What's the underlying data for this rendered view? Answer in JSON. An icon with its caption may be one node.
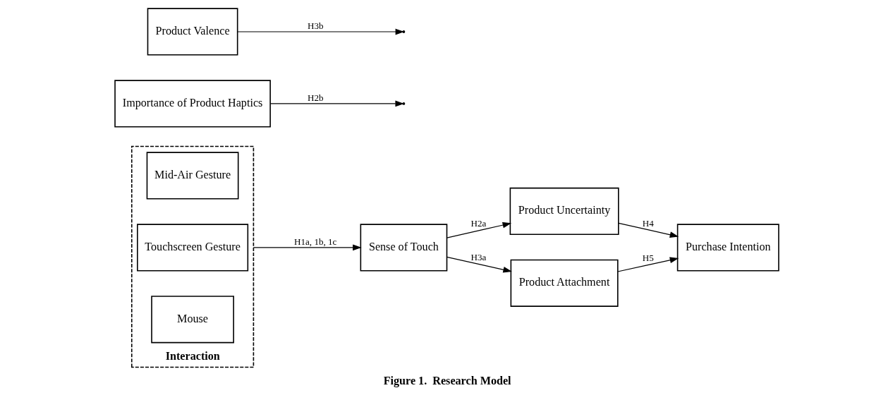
{
  "diagram": {
    "caption": "Figure 1.  Research Model",
    "nodes": [
      {
        "text": [
          "Interaction"
        ]
      },
      {
        "text": [
          "Mid-Air Gesture"
        ],
        "in": 0
      },
      {
        "text": [
          "Touchscreen Gesture"
        ],
        "in": 0
      },
      {
        "text": [
          "Mouse"
        ],
        "in": 0
      },
      {
        "text": [
          "Importance of Product Haptics"
        ]
      },
      {
        "text": [
          "Sense of Touch"
        ]
      },
      {
        "text": [
          "Product Uncertainty"
        ]
      },
      {
        "text": [
          "Product Valence"
        ]
      },
      {
        "text": [
          "Product Attachment"
        ]
      },
      {
        "text": [
          "Purchase Intention"
        ]
      }
    ],
    "edges": [
      {
        "from": 0,
        "to": 5,
        "arrow": "to",
        "label": "H1a, 1b, 1c"
      },
      {
        "from": 5,
        "to": 6,
        "arrow": "to",
        "label": "H2a"
      },
      {
        "from": 4,
        "to": null,
        "arrow": "to",
        "label": "H2b"
      },
      {
        "from": 5,
        "to": 8,
        "arrow": "to",
        "label": "H3a"
      },
      {
        "from": 7,
        "to": null,
        "arrow": "to",
        "label": "H3b"
      },
      {
        "from": 6,
        "to": 9,
        "arrow": "to",
        "label": "H4"
      },
      {
        "from": 8,
        "to": 9,
        "arrow": "to",
        "label": "H5"
      }
    ]
  }
}
